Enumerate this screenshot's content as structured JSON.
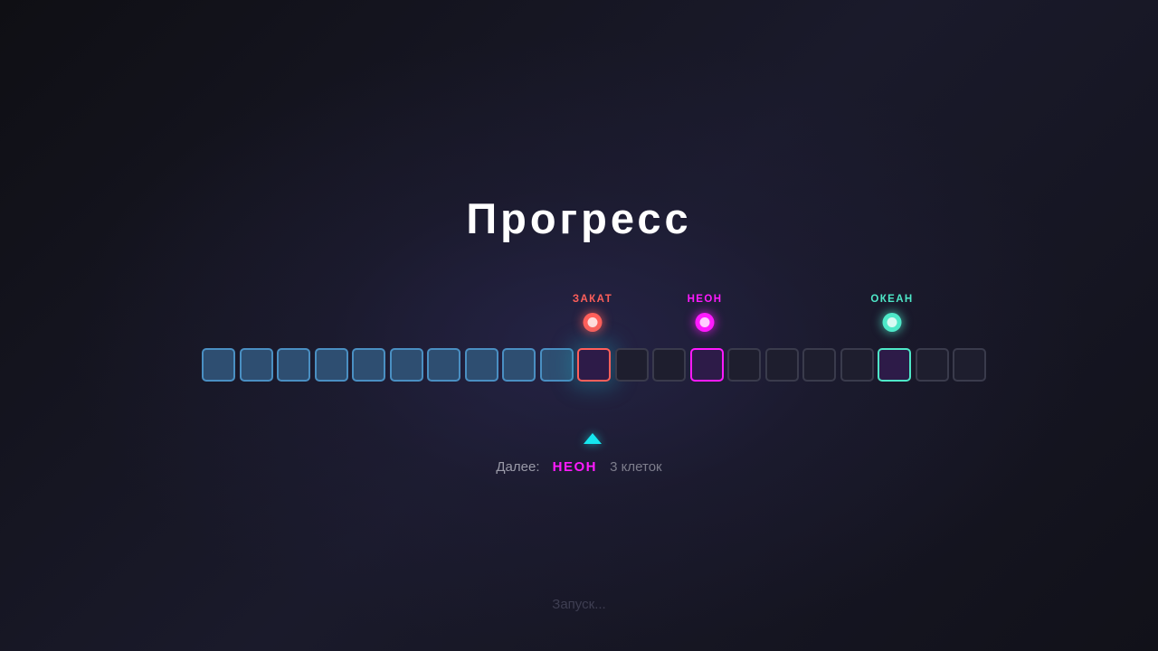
{
  "title": "Прогресс",
  "colors": {
    "filled_border": "#4a8fc2",
    "filled_fill": "#2e4e71",
    "empty_border": "#3a3b4c",
    "pointer": "#16e6ef",
    "sunset": "#ff5f5a",
    "neon": "#ff1aff",
    "ocean": "#4ee8c8"
  },
  "track": {
    "total_cells": 21,
    "filled_count": 10,
    "current_index": 10,
    "cells": [
      {
        "index": 0,
        "state": "filled"
      },
      {
        "index": 1,
        "state": "filled"
      },
      {
        "index": 2,
        "state": "filled"
      },
      {
        "index": 3,
        "state": "filled"
      },
      {
        "index": 4,
        "state": "filled"
      },
      {
        "index": 5,
        "state": "filled"
      },
      {
        "index": 6,
        "state": "filled"
      },
      {
        "index": 7,
        "state": "filled"
      },
      {
        "index": 8,
        "state": "filled"
      },
      {
        "index": 9,
        "state": "filled"
      },
      {
        "index": 10,
        "state": "marker",
        "marker": "sunset",
        "current": true
      },
      {
        "index": 11,
        "state": "empty"
      },
      {
        "index": 12,
        "state": "empty"
      },
      {
        "index": 13,
        "state": "marker",
        "marker": "neon"
      },
      {
        "index": 14,
        "state": "empty"
      },
      {
        "index": 15,
        "state": "empty"
      },
      {
        "index": 16,
        "state": "empty"
      },
      {
        "index": 17,
        "state": "empty"
      },
      {
        "index": 18,
        "state": "marker",
        "marker": "ocean"
      },
      {
        "index": 19,
        "state": "empty"
      },
      {
        "index": 20,
        "state": "empty"
      }
    ]
  },
  "markers": [
    {
      "id": "sunset",
      "label": "ЗАКАТ",
      "cell": 10,
      "color": "#ff5f5a"
    },
    {
      "id": "neon",
      "label": "НЕОН",
      "cell": 13,
      "color": "#ff1aff"
    },
    {
      "id": "ocean",
      "label": "ОКЕАН",
      "cell": 18,
      "color": "#4ee8c8"
    }
  ],
  "next": {
    "label": "Далее:",
    "target": "НЕОН",
    "distance": "3 клеток"
  },
  "status": "Запуск..."
}
